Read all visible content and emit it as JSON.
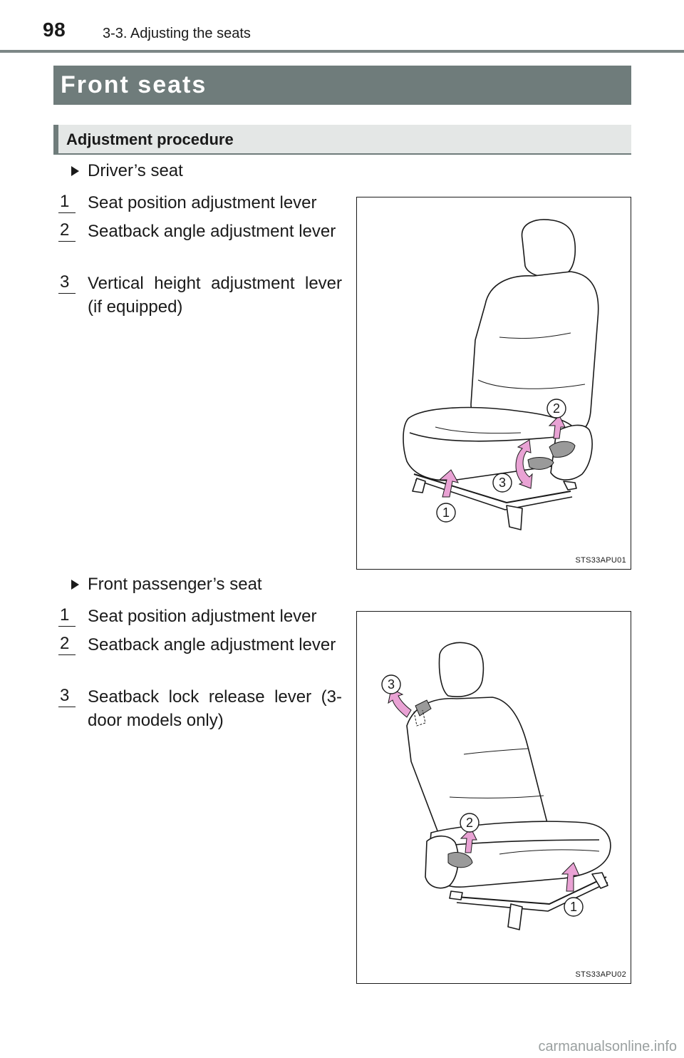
{
  "header": {
    "page_number": "98",
    "chapter": "3-3. Adjusting the seats"
  },
  "section_title": "Front seats",
  "subsection_title": "Adjustment procedure",
  "drivers": {
    "heading": "Driver’s seat",
    "items": [
      {
        "num": "1",
        "text": "Seat position adjustment lever"
      },
      {
        "num": "2",
        "text": "Seatback angle adjustment lever"
      },
      {
        "num": "3",
        "text": "Vertical height adjustment lever (if equipped)"
      }
    ],
    "figure_code": "STS33APU01",
    "callouts": [
      "1",
      "2",
      "3"
    ]
  },
  "passenger": {
    "heading": "Front passenger’s seat",
    "items": [
      {
        "num": "1",
        "text": "Seat position adjustment lever"
      },
      {
        "num": "2",
        "text": "Seatback angle adjustment lever"
      },
      {
        "num": "3",
        "text": "Seatback lock release lever (3-door models only)"
      }
    ],
    "figure_code": "STS33APU02",
    "callouts": [
      "1",
      "2",
      "3"
    ]
  },
  "watermark": "carmanualsonline.info",
  "colors": {
    "band": "#6f7c7b",
    "sub_band": "#e4e7e6",
    "arrow": "#e9a2d4"
  }
}
